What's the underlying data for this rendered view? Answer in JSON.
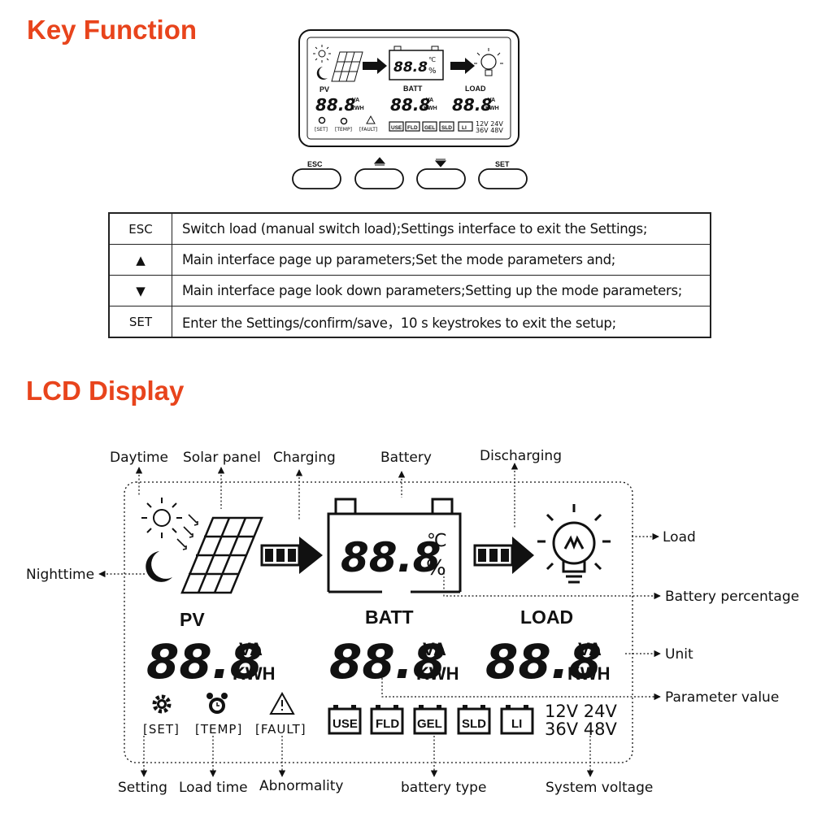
{
  "key_function": {
    "title": "Key Function",
    "buttons": [
      "ESC",
      "▲",
      "▼",
      "SET"
    ],
    "rows": [
      {
        "key": "ESC",
        "desc": "Switch load (manual switch load);Settings interface to exit the Settings;"
      },
      {
        "key": "▲",
        "desc": "Main interface page up parameters;Set the mode parameters and;"
      },
      {
        "key": "▼",
        "desc": "Main interface page look down parameters;Setting up the mode parameters;"
      },
      {
        "key": "SET",
        "desc": "Enter the Settings/confirm/save，10 s keystrokes to exit the setup;"
      }
    ]
  },
  "lcd": {
    "title": "LCD Display",
    "digits": "88.8",
    "temp_unit": "℃",
    "percent": "%",
    "pv": "PV",
    "batt": "BATT",
    "load": "LOAD",
    "unit_va": "VA",
    "unit_kwh": "KWH",
    "status_set": "[SET]",
    "status_temp": "[TEMP]",
    "status_fault": "[FAULT]",
    "battery_types": [
      "USE",
      "FLD",
      "GEL",
      "SLD",
      "LI"
    ],
    "voltages_row1": "12V 24V",
    "voltages_row2": "36V 48V"
  },
  "callouts": {
    "daytime": "Daytime",
    "solar_panel": "Solar panel",
    "charging": "Charging",
    "battery": "Battery",
    "discharging": "Discharging",
    "load": "Load",
    "nighttime": "Nighttime",
    "battery_percentage": "Battery percentage",
    "unit": "Unit",
    "parameter_value": "Parameter value",
    "setting": "Setting",
    "load_time": "Load time",
    "abnormality": "Abnormality",
    "battery_type": "battery type",
    "system_voltage": "System voltage"
  },
  "colors": {
    "title": "#e8441c",
    "ink": "#111111"
  }
}
